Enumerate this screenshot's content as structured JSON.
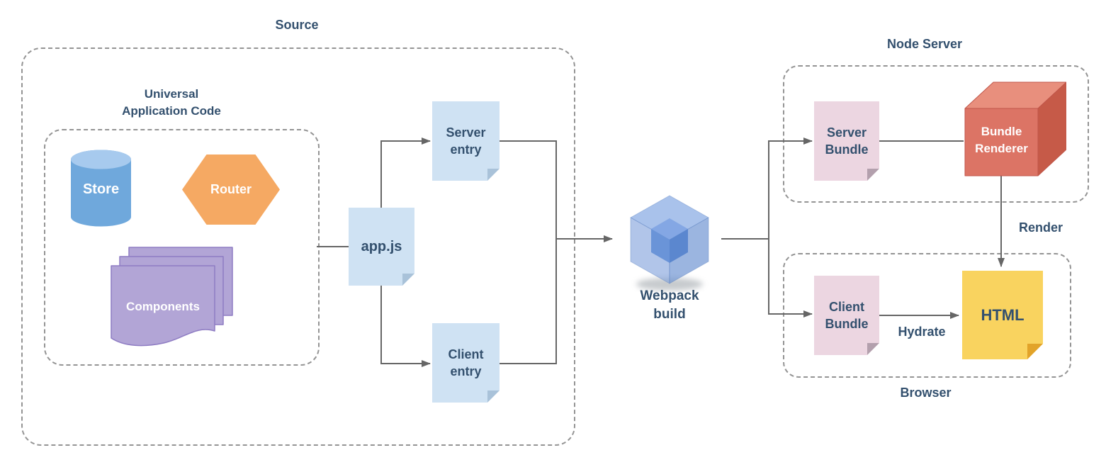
{
  "containers": {
    "source": {
      "label": "Source"
    },
    "universal": {
      "label": "Universal\nApplication Code"
    },
    "node_server": {
      "label": "Node Server"
    },
    "browser": {
      "label": "Browser"
    }
  },
  "nodes": {
    "store": {
      "label": "Store",
      "fill": "#6fa8dc"
    },
    "router": {
      "label": "Router",
      "fill": "#f5a963"
    },
    "components": {
      "label": "Components",
      "fill": "#b2a5d6"
    },
    "app_js": {
      "label": "app.js",
      "fill": "#cfe2f3"
    },
    "server_entry": {
      "label": "Server\nentry",
      "fill": "#cfe2f3"
    },
    "client_entry": {
      "label": "Client\nentry",
      "fill": "#cfe2f3"
    },
    "webpack": {
      "label": "Webpack\nbuild",
      "fill": "#6d97d8"
    },
    "server_bundle": {
      "label": "Server\nBundle",
      "fill": "#ecd6e1"
    },
    "bundle_renderer": {
      "label": "Bundle\nRenderer",
      "fill": "#dc7465"
    },
    "client_bundle": {
      "label": "Client\nBundle",
      "fill": "#ecd6e1"
    },
    "html": {
      "label": "HTML",
      "fill": "#f9d35f"
    }
  },
  "edge_labels": {
    "render": "Render",
    "hydrate": "Hydrate"
  },
  "edges": [
    {
      "from": "universal_application_code",
      "to": "app_js",
      "arrow": false
    },
    {
      "from": "app_js",
      "to": "server_entry",
      "arrow": true
    },
    {
      "from": "app_js",
      "to": "client_entry",
      "arrow": true
    },
    {
      "from": "server_entry",
      "to": "webpack_build",
      "arrow": true
    },
    {
      "from": "client_entry",
      "to": "webpack_build",
      "arrow": true
    },
    {
      "from": "webpack_build",
      "to": "server_bundle",
      "arrow": true
    },
    {
      "from": "webpack_build",
      "to": "client_bundle",
      "arrow": true
    },
    {
      "from": "server_bundle",
      "to": "bundle_renderer",
      "arrow": false
    },
    {
      "from": "bundle_renderer",
      "to": "html",
      "label": "Render",
      "arrow": true
    },
    {
      "from": "client_bundle",
      "to": "html",
      "label": "Hydrate",
      "arrow": true
    }
  ],
  "colors": {
    "text": "#33506e",
    "line": "#666666",
    "dashed_border": "#949494",
    "doc_blue": "#cfe2f3",
    "doc_pink": "#ecd6e1",
    "doc_yellow": "#f9d35f",
    "purple": "#b2a5d6",
    "store_blue": "#6fa8dc",
    "router_orange": "#f5a963",
    "renderer_red": "#dc7465",
    "webpack_blue": "#6d97d8"
  }
}
